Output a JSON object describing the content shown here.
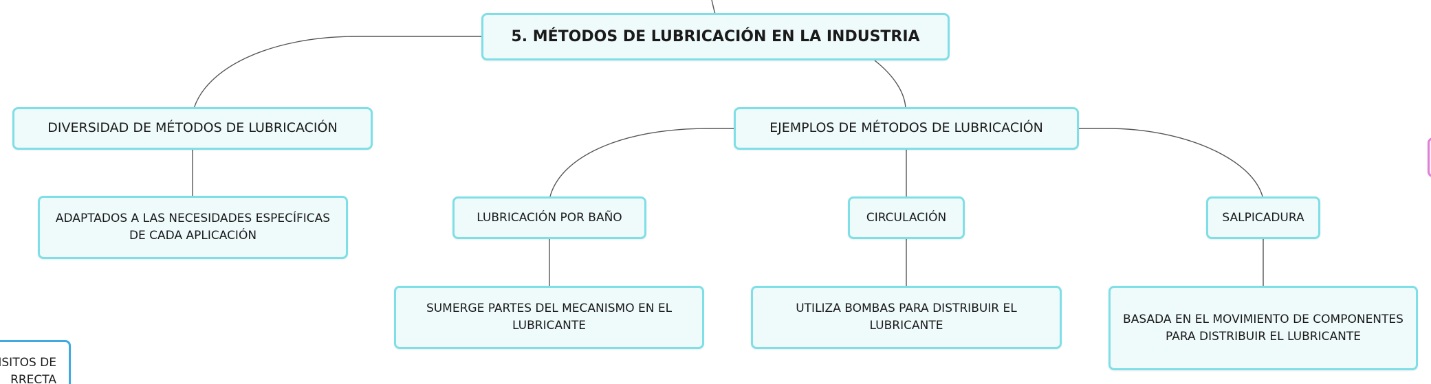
{
  "diagram": {
    "root": {
      "label": "5. MÉTODOS DE LUBRICACIÓN EN LA INDUSTRIA"
    },
    "diversity": {
      "label": "DIVERSIDAD DE MÉTODOS DE LUBRICACIÓN",
      "child": "ADAPTADOS A LAS NECESIDADES ESPECÍFICAS DE CADA APLICACIÓN"
    },
    "examples": {
      "label": "EJEMPLOS DE MÉTODOS DE LUBRICACIÓN",
      "items": [
        {
          "label": "LUBRICACIÓN POR BAÑO",
          "detail": "SUMERGE PARTES DEL MECANISMO EN EL LUBRICANTE"
        },
        {
          "label": "CIRCULACIÓN",
          "detail": "UTILIZA BOMBAS PARA DISTRIBUIR EL LUBRICANTE"
        },
        {
          "label": "SALPICADURA",
          "detail": "BASADA EN EL MOVIMIENTO DE COMPONENTES PARA DISTRIBUIR EL LUBRICANTE"
        }
      ]
    },
    "offscreen_left_node": {
      "label": "UISITOS DE\nRRECTA"
    }
  },
  "colors": {
    "node_border": "#7fdfe6",
    "node_fill": "#effafb",
    "connector": "#555555",
    "offscreen_left_border": "#3fa9e0",
    "offscreen_right_border": "#e07fd6"
  }
}
